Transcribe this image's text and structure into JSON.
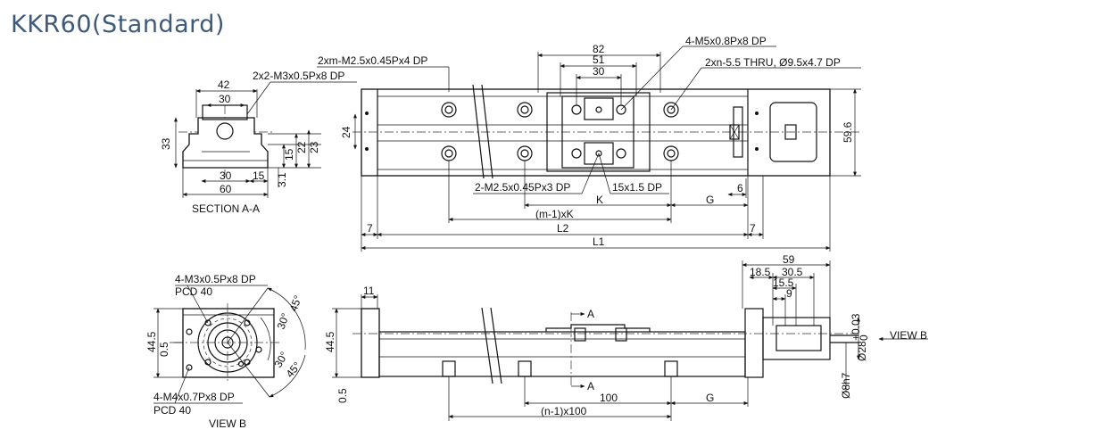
{
  "title": "KKR60(Standard)",
  "section_a": {
    "caption": "SECTION A-A",
    "dims": [
      "42",
      "30",
      "33",
      "15",
      "22",
      "23",
      "30",
      "15",
      "60",
      "3.1"
    ],
    "callout": "2x2-M3x0.5Px8 DP"
  },
  "top_view": {
    "callouts": [
      "2xm-M2.5x0.45Px4 DP",
      "4-M5x0.8Px8 DP",
      "2xn-5.5 THRU, Ø9.5x4.7 DP",
      "2-M2.5x0.45Px3 DP",
      "15x1.5 DP"
    ],
    "dims": [
      "82",
      "51",
      "30",
      "24",
      "59.6",
      "6",
      "K",
      "G",
      "(m-1)xK",
      "7",
      "L2",
      "7",
      "L1"
    ]
  },
  "view_b": {
    "caption": "VIEW B",
    "callouts": [
      "4-M3x0.5Px8 DP",
      "PCD 40",
      "4-M4x0.7Px8 DP",
      "PCD 40"
    ],
    "dims": [
      "44.5",
      "0.5",
      "45°",
      "30°",
      "30°",
      "45°"
    ]
  },
  "side_view": {
    "dims": [
      "11",
      "44.5",
      "0.5",
      "59",
      "18.5",
      "30.5",
      "15.5",
      "9",
      "100",
      "G",
      "(n-1)x100",
      "Ø8h7"
    ],
    "phi28_main": "Ø28",
    "phi28_tol_upper": "+0.03",
    "phi28_tol_lower": "0",
    "section_marks": [
      "A",
      "A"
    ],
    "view_label": "VIEW B"
  }
}
